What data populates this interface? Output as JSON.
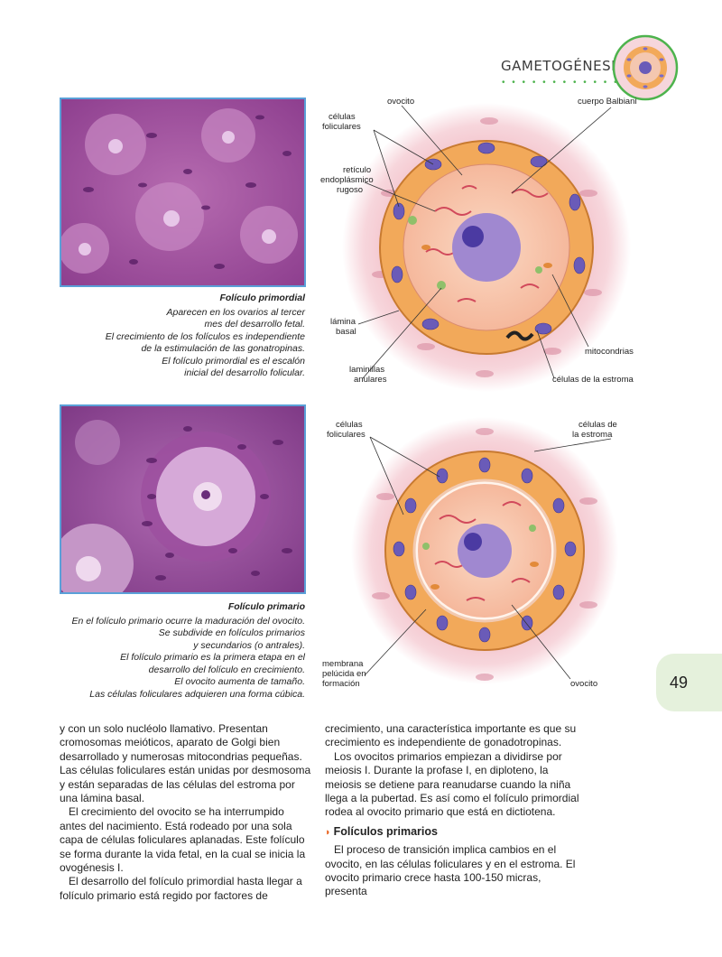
{
  "header": {
    "title": "GAMETOGÉNESIS",
    "dots": "• • • • • • • • • • • • • • •"
  },
  "figure1": {
    "caption_title": "Folículo primordial",
    "caption_lines": [
      "Aparecen en los ovarios al tercer",
      "mes del desarrollo fetal.",
      "El crecimiento de los folículos es independiente",
      "de la estimulación de las gonatropinas.",
      "El folículo primordial es el escalón",
      "inicial del desarrollo folicular."
    ],
    "labels": {
      "ovocito": "ovocito",
      "celulas_foliculares_1": "células",
      "celulas_foliculares_2": "foliculares",
      "cuerpo_balbiani": "cuerpo Balbiani",
      "reticulo_1": "retículo",
      "reticulo_2": "endoplásmico",
      "reticulo_3": "rugoso",
      "lamina_1": "lámina",
      "lamina_2": "basal",
      "mitocondrias": "mitocondrias",
      "laminillas_1": "laminillas",
      "laminillas_2": "anulares",
      "estroma": "células de la estroma"
    }
  },
  "figure2": {
    "caption_title": "Folículo primario",
    "caption_lines": [
      "En el folículo primario ocurre la maduración del ovocito.",
      "Se subdivide en folículos primarios",
      "y secundarios (o antrales).",
      "El folículo primario es la primera etapa en el",
      "desarrollo del folículo en crecimiento.",
      "El ovocito aumenta de tamaño.",
      "Las células foliculares adquieren una forma cúbica."
    ],
    "labels": {
      "celulas_foliculares_1": "células",
      "celulas_foliculares_2": "foliculares",
      "estroma_1": "células de",
      "estroma_2": "la estroma",
      "membrana_1": "membrana",
      "membrana_2": "pelúcida en",
      "membrana_3": "formación",
      "ovocito": "ovocito"
    }
  },
  "text": {
    "left_col": [
      "y con un solo nucléolo llamativo. Presentan cromosomas meióticos, aparato de Golgi bien desarrollado y numerosas mitocondrias pequeñas. Las células foliculares están unidas por desmosoma y están separadas de las células del estroma por una lámina basal.",
      "El crecimiento del ovocito se ha interrumpido antes del nacimiento. Está rodeado por una sola capa de células foliculares aplanadas. Este folículo se forma durante la vida fetal, en la cual se inicia la ovogénesis I.",
      "El desarrollo del folículo primordial hasta llegar a folículo primario está regido por factores de"
    ],
    "right_col": [
      "crecimiento, una característica importante es que su crecimiento es independiente de gonadotropinas.",
      "Los ovocitos primarios empiezan a dividirse por meiosis I. Durante la profase I, en diploteno, la meiosis se detiene para reanudarse cuando la niña llega a la pubertad. Es así como el folículo primordial rodea al ovocito primario que está en dictiotena."
    ],
    "section_title": "Folículos primarios",
    "section_marker": "◗",
    "section_body": "El proceso de transición implica cambios en el ovocito, en las células foliculares y en el estroma. El ovocito primario crece hasta 100-150 micras, presenta"
  },
  "page_number": "49",
  "colors": {
    "micro_border": "#5aa0d8",
    "follicle_cell": "#f2a95a",
    "nucleus": "#6a5bb8",
    "tab": "#e5f1dc",
    "accent": "#e8601c"
  }
}
